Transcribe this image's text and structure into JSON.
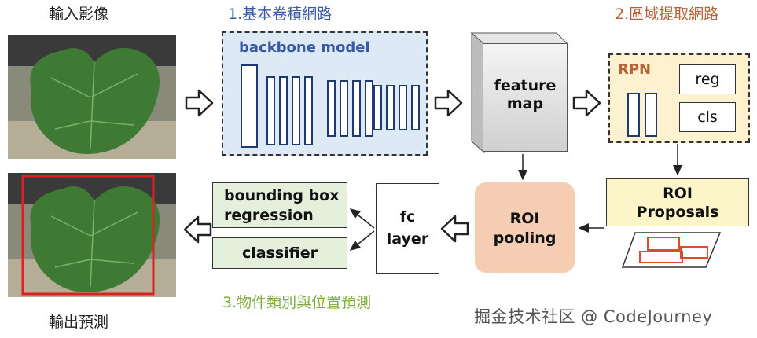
{
  "labels": {
    "input_image": "輸入影像",
    "output_prediction": "輸出預測",
    "step1": "1.基本卷積網路",
    "step2": "2.區域提取網路",
    "step3": "3.物件類別與位置預測"
  },
  "backbone": {
    "title": "backbone model"
  },
  "feature_map": {
    "line1": "feature",
    "line2": "map"
  },
  "rpn": {
    "title": "RPN",
    "reg": "reg",
    "cls": "cls"
  },
  "roi_proposals": {
    "line1": "ROI",
    "line2": "Proposals"
  },
  "roi_pooling": {
    "line1": "ROI",
    "line2": "pooling"
  },
  "fc_layer": {
    "line1": "fc",
    "line2": "layer"
  },
  "bbox_regression": {
    "line1": "bounding box",
    "line2": "regression"
  },
  "classifier": {
    "label": "classifier"
  },
  "watermark": "掘金技术社区 @ CodeJourney",
  "colors": {
    "step1": "#3a5aa8",
    "step2": "#b8623a",
    "step3": "#7dae3c",
    "backbone_bg": "#dde9f5",
    "rpn_bg": "#fcf2cf",
    "roi_pool_bg": "#f4cdb3",
    "green_box_bg": "#e4f0dc",
    "prediction_box": "#e02020"
  }
}
